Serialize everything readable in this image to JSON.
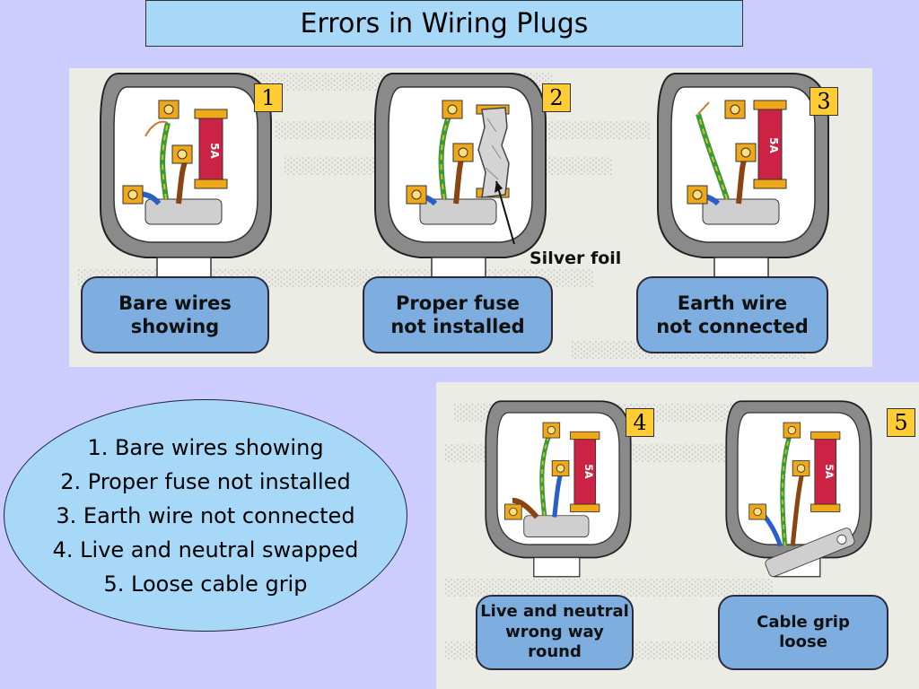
{
  "title": "Errors in Wiring Plugs",
  "plugs": [
    {
      "number": "1",
      "caption": "Bare wires\nshowing",
      "fuse_label": "5A"
    },
    {
      "number": "2",
      "caption": "Proper fuse\nnot installed",
      "callout": "Silver foil"
    },
    {
      "number": "3",
      "caption": "Earth wire\nnot connected",
      "fuse_label": "5A"
    },
    {
      "number": "4",
      "caption": "Live and neutral\nwrong way round",
      "fuse_label": "5A"
    },
    {
      "number": "5",
      "caption": "Cable grip\nloose",
      "fuse_label": "5A"
    }
  ],
  "summary": [
    "1. Bare wires showing",
    "2. Proper fuse not installed",
    "3. Earth wire not connected",
    "4. Live and neutral swapped",
    "5. Loose cable grip"
  ],
  "colors": {
    "background": "#ccccff",
    "title_box": "#a8d8f8",
    "caption_box": "#7eaee0",
    "badge": "#ffcc33",
    "fuse": "#cc2244",
    "terminal": "#f0a818",
    "live_wire": "#8b4513",
    "neutral_wire": "#2a5fc8",
    "earth_wire": "#3a9a3a"
  }
}
